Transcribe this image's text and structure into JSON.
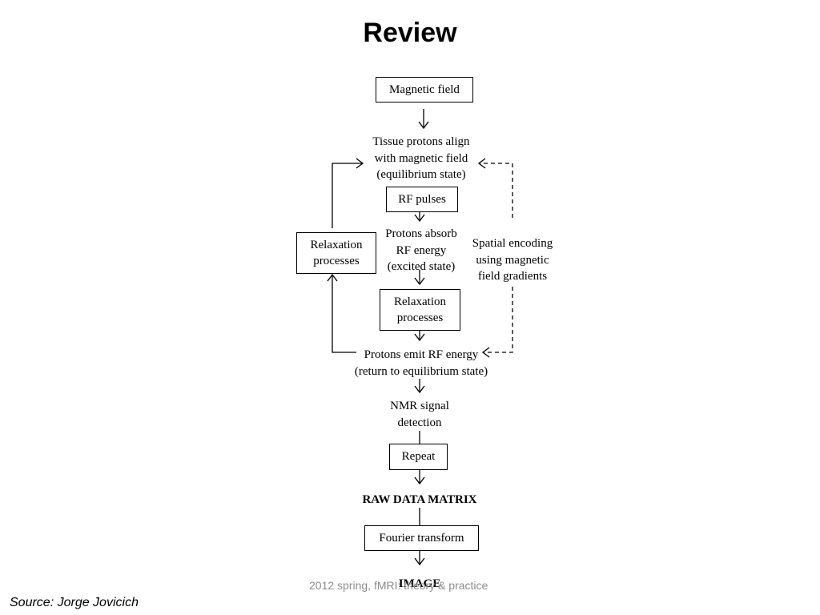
{
  "slide": {
    "title": "Review",
    "footer": "2012 spring, fMRI: theory & practice",
    "source": "Source: Jorge Jovicich"
  },
  "diagram": {
    "magnetic_field": "Magnetic field",
    "tissue_protons": "Tissue protons align\nwith magnetic field\n(equilibrium state)",
    "rf_pulses": "RF pulses",
    "protons_absorb": "Protons absorb\nRF energy\n(excited state)",
    "relaxation_left": "Relaxation\nprocesses",
    "spatial_encoding": "Spatial encoding\nusing magnetic\nfield gradients",
    "relaxation_center": "Relaxation\nprocesses",
    "protons_emit": "Protons emit RF energy\n(return to equilibrium state)",
    "nmr_signal": "NMR signal\ndetection",
    "repeat": "Repeat",
    "raw_data": "RAW  DATA MATRIX",
    "fourier": "Fourier transform",
    "image": "IMAGE"
  }
}
